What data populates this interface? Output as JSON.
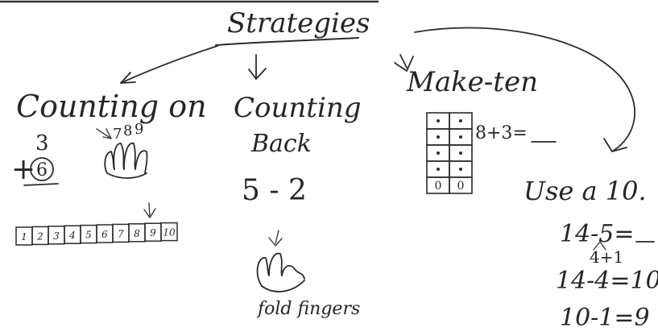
{
  "title": "Strategies",
  "counting_on": {
    "heading": "Counting on",
    "finger_labels": [
      "7",
      "8",
      "9"
    ],
    "problem_top": "3",
    "problem_op": "+",
    "problem_circled": "6",
    "number_strip": [
      "1",
      "2",
      "3",
      "4",
      "5",
      "6",
      "7",
      "8",
      "9",
      "10"
    ]
  },
  "counting_back": {
    "heading_1": "Counting",
    "heading_2": "Back",
    "problem": "5 - 2",
    "caption": "fold fingers"
  },
  "make_ten": {
    "heading": "Make-ten",
    "equation": "8+3=",
    "grid_bottom": [
      "0",
      "0"
    ]
  },
  "use_a_ten": {
    "heading": "Use a 10.",
    "line1": "14-5=",
    "decompose": "4+1",
    "line2": "14-4=10",
    "line3": "10-1=9"
  }
}
